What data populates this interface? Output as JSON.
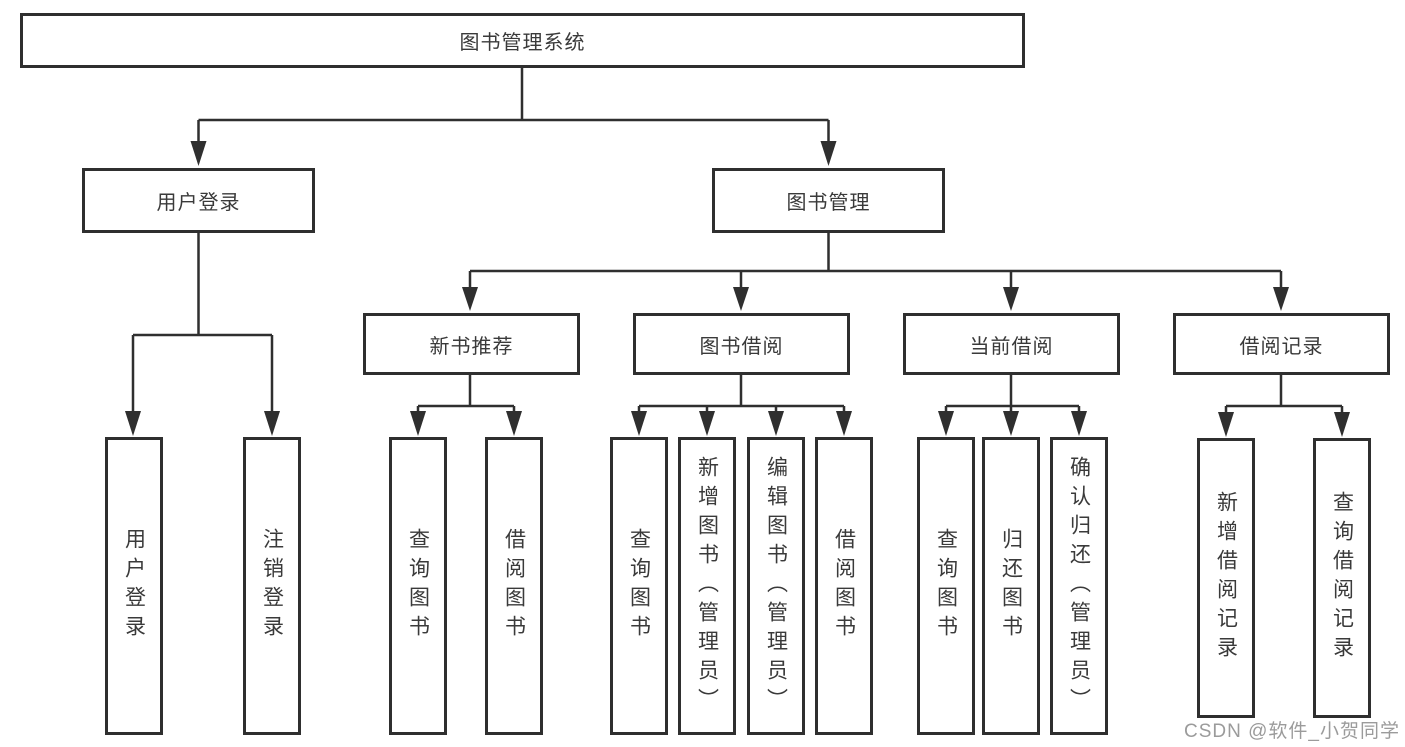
{
  "diagram": {
    "root_label": "图书管理系统",
    "level2": [
      {
        "label": "用户登录"
      },
      {
        "label": "图书管理"
      }
    ],
    "level3": [
      {
        "label": "新书推荐"
      },
      {
        "label": "图书借阅"
      },
      {
        "label": "当前借阅"
      },
      {
        "label": "借阅记录"
      }
    ],
    "leaves": {
      "user_login": [
        "用户登录",
        "注销登录"
      ],
      "new_book": [
        "查询图书",
        "借阅图书"
      ],
      "book_borrow": [
        "查询图书",
        "新增图书（管理员）",
        "编辑图书（管理员）",
        "借阅图书"
      ],
      "current_borrow": [
        "查询图书",
        "归还图书",
        "确认归还（管理员）"
      ],
      "borrow_record": [
        "新增借阅记录",
        "查询借阅记录"
      ]
    }
  },
  "watermark": {
    "text": "CSDN @软件_小贺同学"
  },
  "colors": {
    "line": "#2f2f2f",
    "text": "#3a3a3a",
    "watermark": "#9b9b9b",
    "background": "#ffffff"
  }
}
